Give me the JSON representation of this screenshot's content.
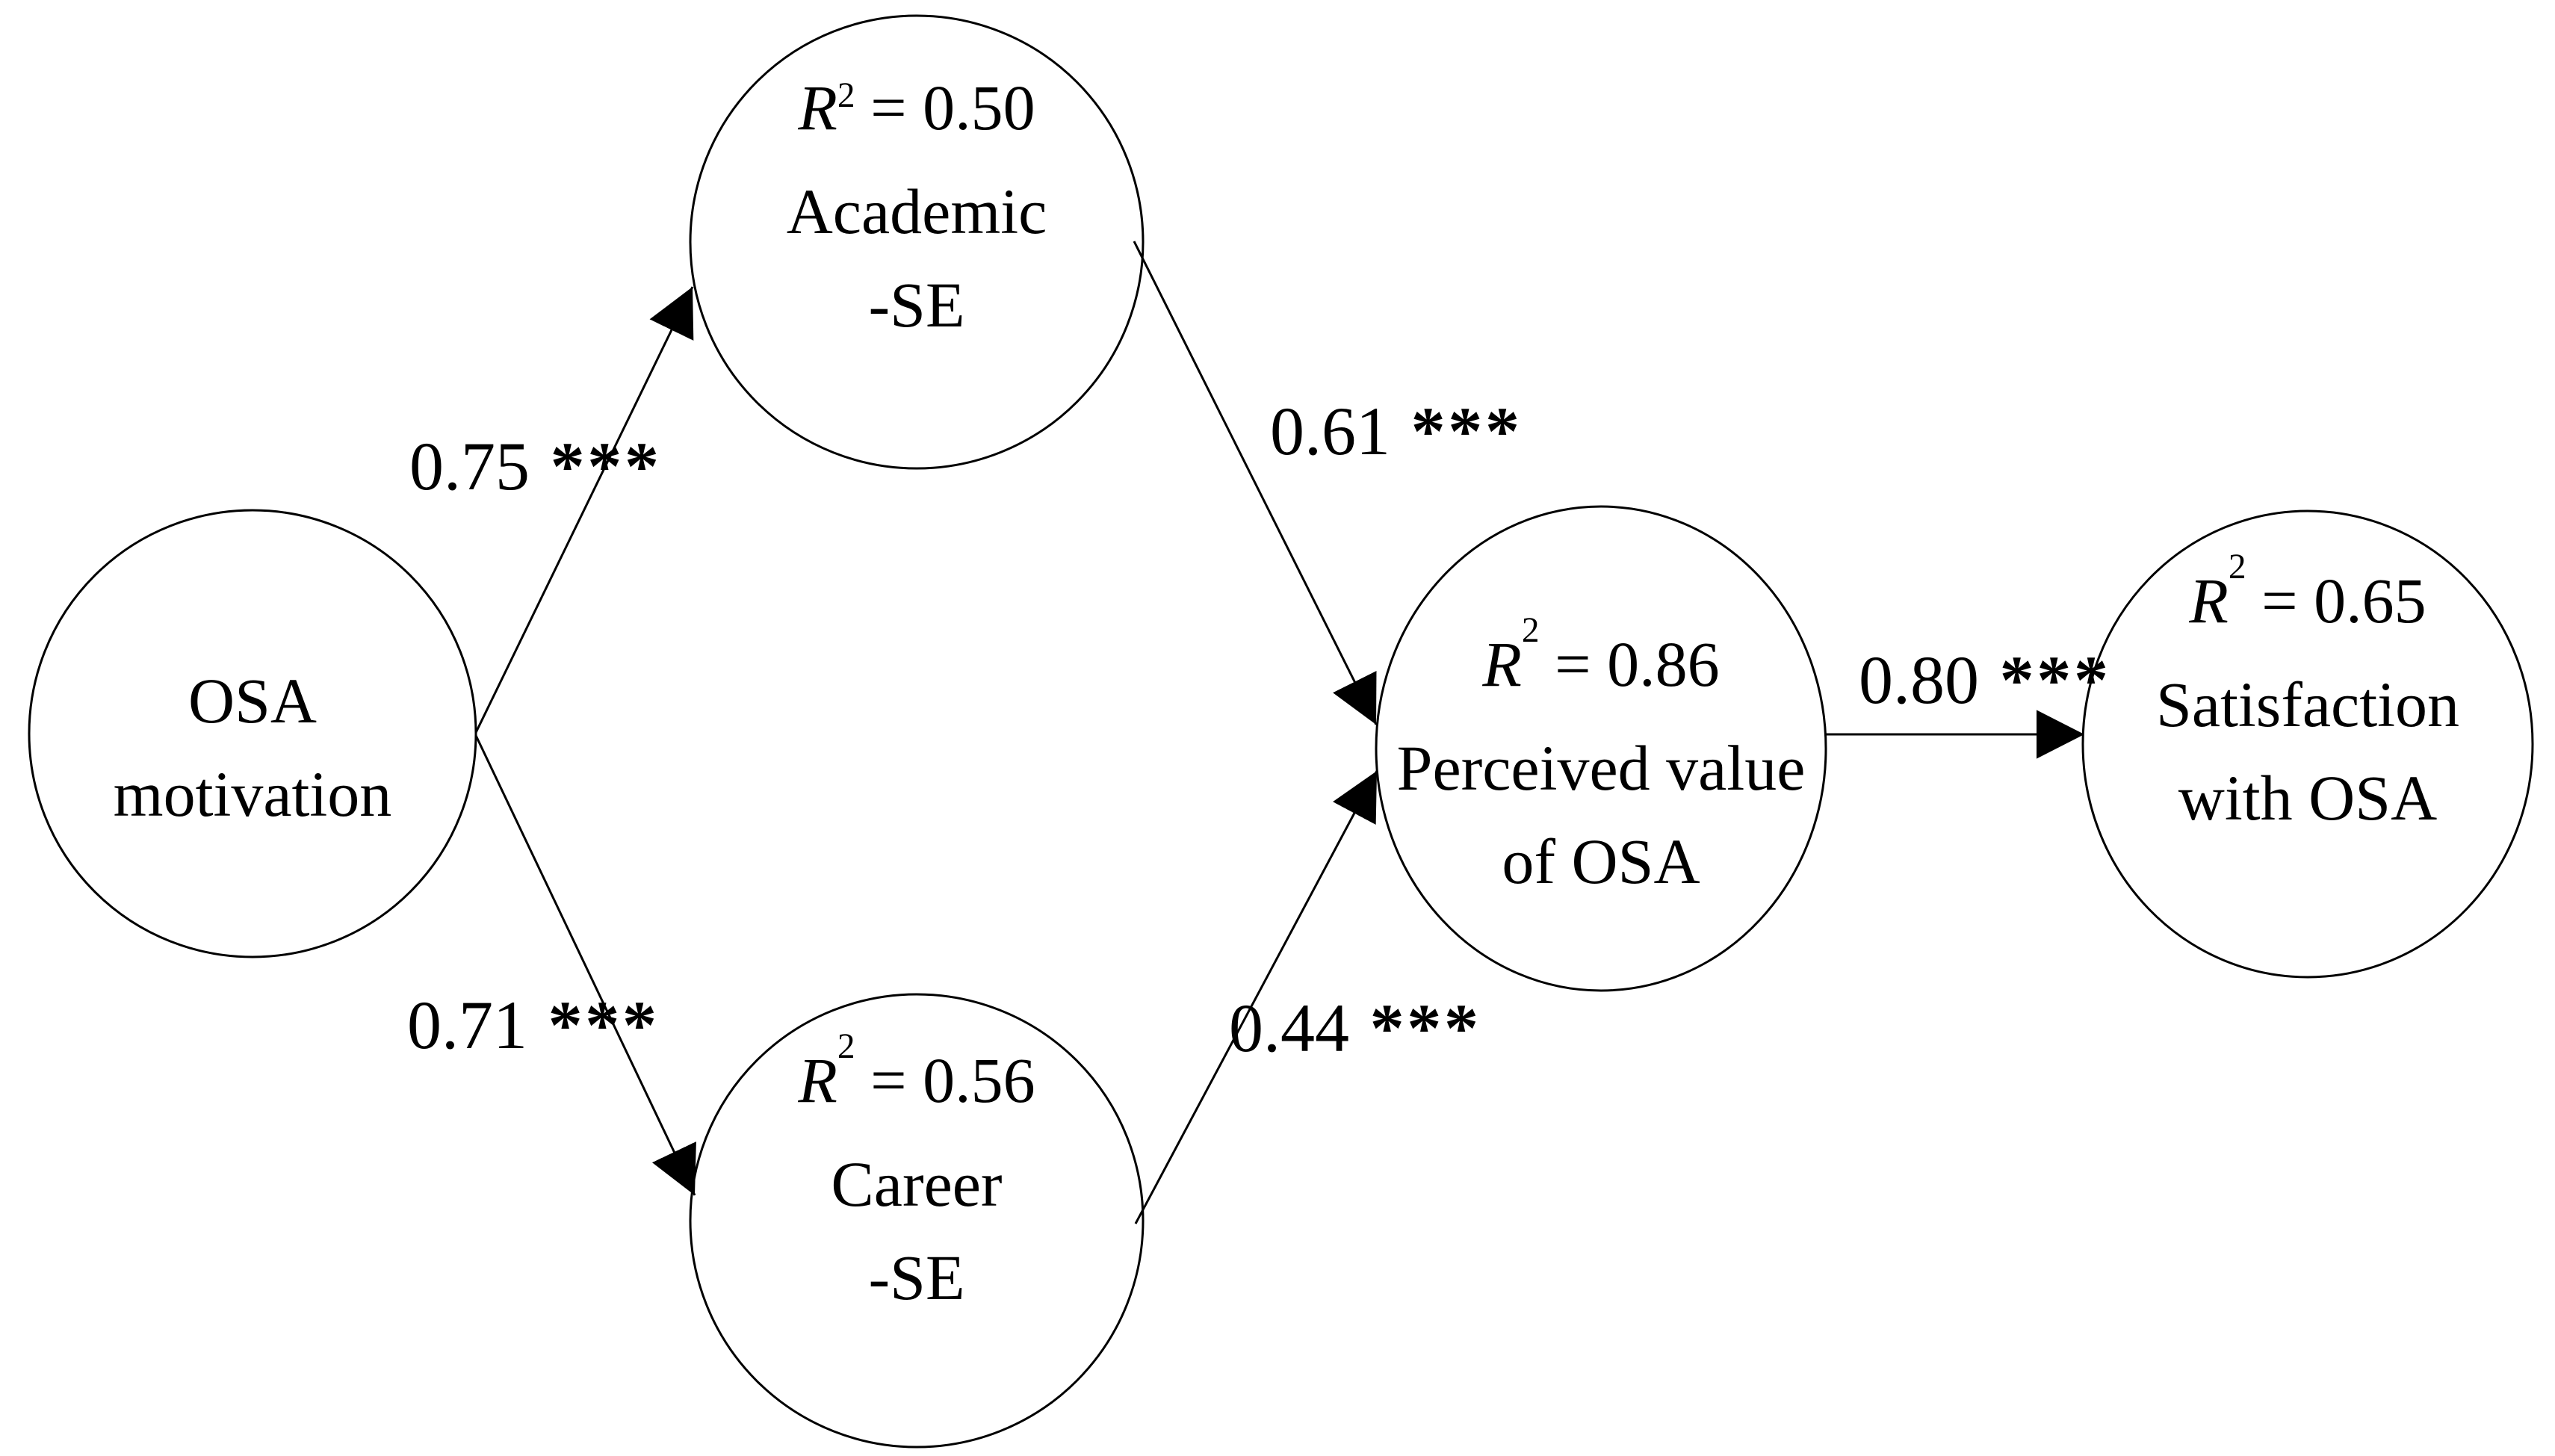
{
  "figure": {
    "type": "structural-equation-path-diagram",
    "background_color": "#ffffff",
    "line_color": "#000000",
    "text_color": "#000000"
  },
  "nodes": {
    "osa_motivation": {
      "label_line1": "OSA",
      "label_line2": "motivation"
    },
    "academic_se": {
      "r_symbol": "R",
      "r_sup": "2",
      "r_eq": "= 0.50",
      "label_line1": "Academic",
      "label_line2": "-SE"
    },
    "career_se": {
      "r_symbol": "R",
      "r_sup": "2",
      "r_eq": "= 0.56",
      "label_line1": "Career",
      "label_line2": "-SE"
    },
    "perceived_value": {
      "r_symbol": "R",
      "r_sup": "2",
      "r_eq": "= 0.86",
      "label_line1": "Perceived value",
      "label_line2": "of OSA"
    },
    "satisfaction": {
      "r_symbol": "R",
      "r_sup": "2",
      "r_eq": "= 0.65",
      "label_line1": "Satisfaction",
      "label_line2": "with OSA"
    }
  },
  "edges": {
    "osa_to_academic": {
      "value": "0.75",
      "stars": "***"
    },
    "osa_to_career": {
      "value": "0.71",
      "stars": "***"
    },
    "academic_to_perceived": {
      "value": "0.61",
      "stars": "***"
    },
    "career_to_perceived": {
      "value": "0.44",
      "stars": "***"
    },
    "perceived_to_satisfaction": {
      "value": "0.80",
      "stars": "***"
    }
  }
}
